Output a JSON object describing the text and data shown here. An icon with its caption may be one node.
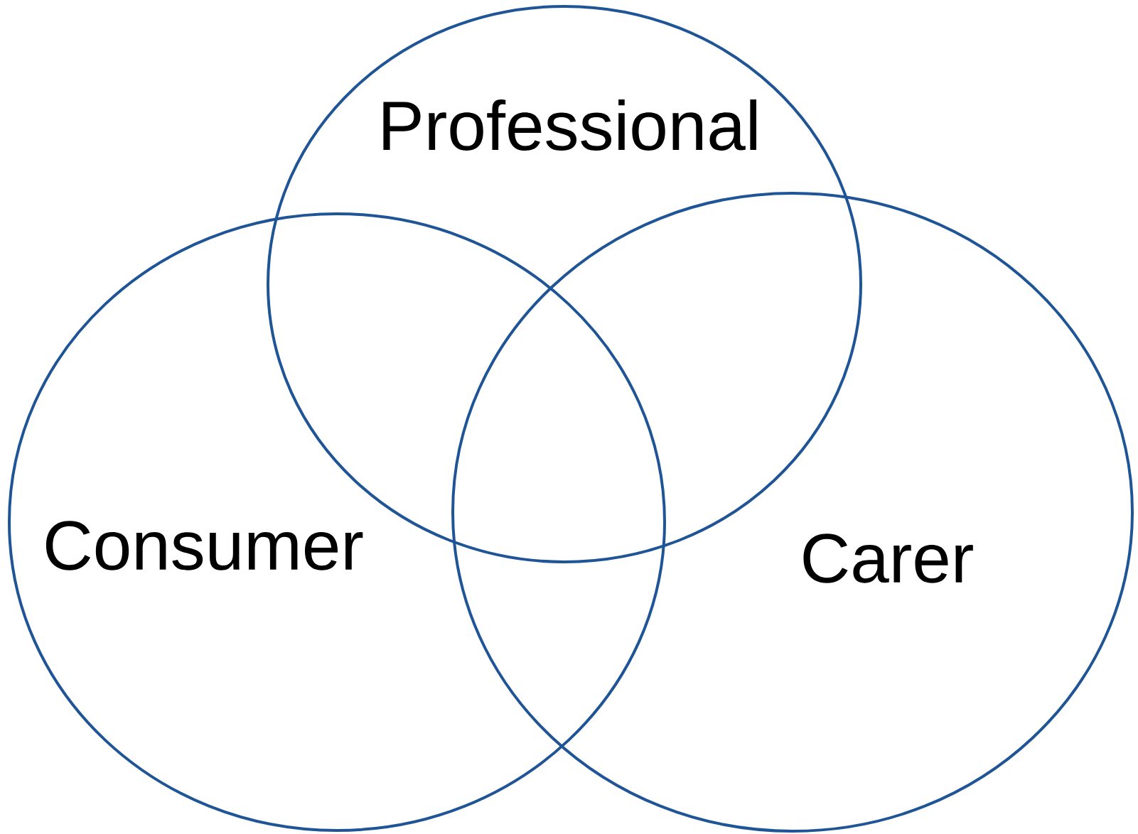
{
  "diagram": {
    "nodes": [
      {
        "text": [
          "Professional"
        ]
      },
      {
        "text": [
          "Consumer"
        ]
      },
      {
        "text": [
          "Carer"
        ]
      }
    ]
  }
}
